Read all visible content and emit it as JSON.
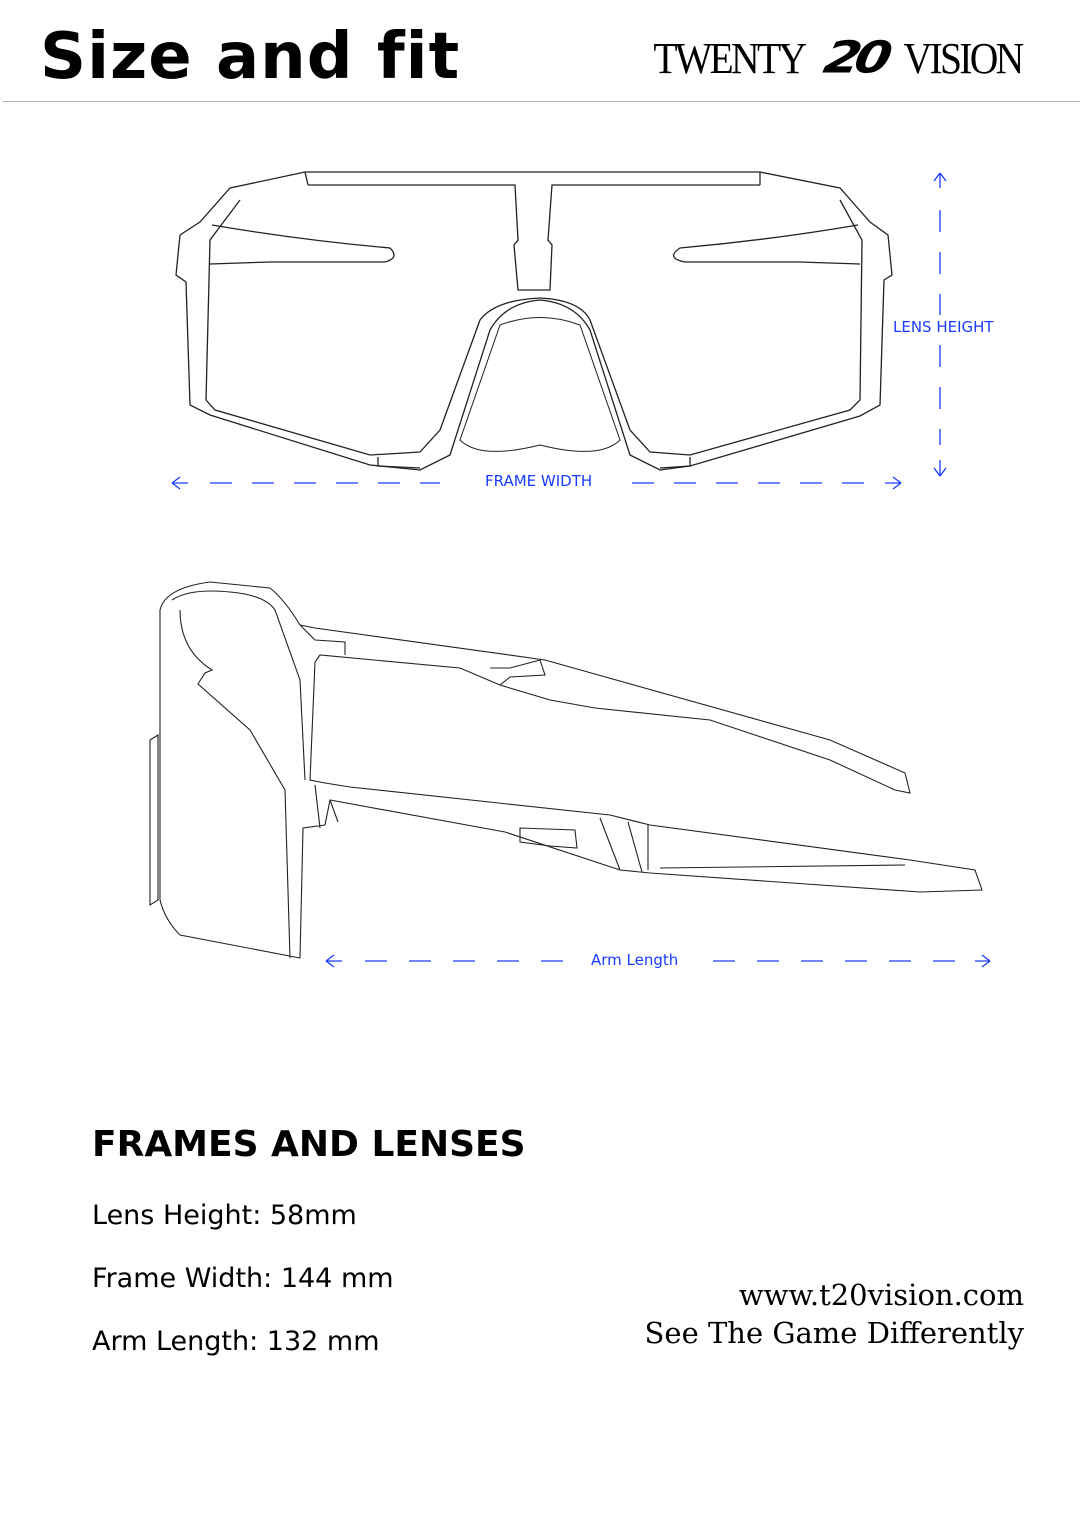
{
  "header": {
    "title": "Size and fit",
    "logo": {
      "word1": "TWENTY",
      "numeral": "20",
      "word2": "VISION"
    }
  },
  "diagram": {
    "dimension_color": "#1a3cff",
    "labels": {
      "lens_height": "LENS  HEIGHT",
      "frame_width": "FRAME WIDTH",
      "arm_length": "Arm Length"
    }
  },
  "specs": {
    "heading": "FRAMES AND LENSES",
    "items": [
      "Lens Height: 58mm",
      "Frame Width: 144 mm",
      "Arm Length: 132 mm"
    ]
  },
  "footer": {
    "website": "www.t20vision.com",
    "tagline": "See The Game Differently"
  }
}
